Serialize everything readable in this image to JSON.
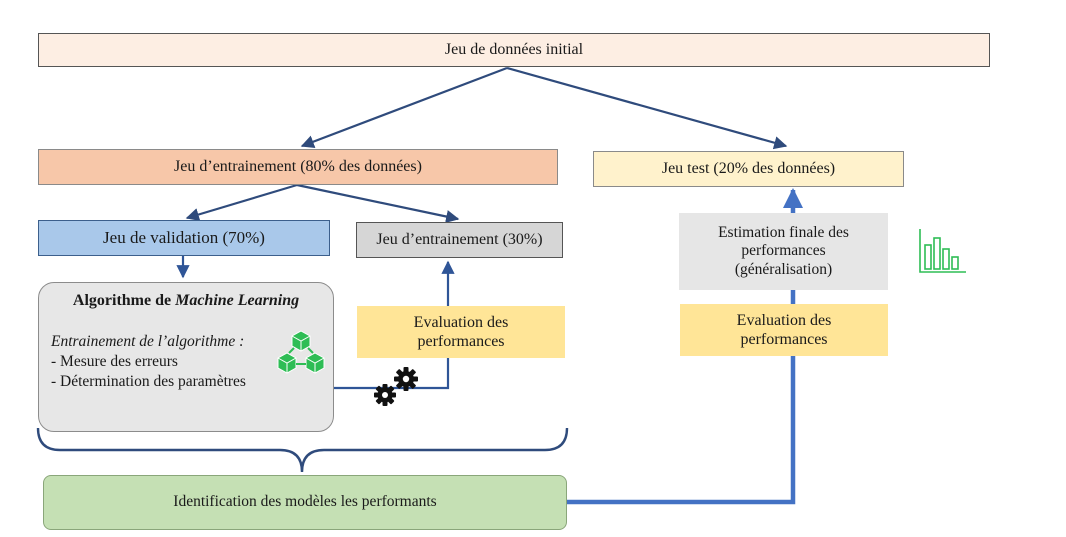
{
  "diagram": {
    "initial_dataset": "Jeu de données initial",
    "training_set": "Jeu d’entrainement (80% des données)",
    "test_set": "Jeu test (20% des données)",
    "validation_set": "Jeu de validation (70%)",
    "training_subset": "Jeu d’entrainement (30%)",
    "algorithm": {
      "title_prefix": "Algorithme de ",
      "title_italic": "Machine Learning",
      "subtitle": "Entrainement de l’algorithme :",
      "items": [
        "- Mesure des erreurs",
        "- Détermination des paramètres"
      ]
    },
    "evaluation_left": "Evaluation des performances",
    "evaluation_right": "Evaluation des performances",
    "final_estimation": "Estimation finale des performances (généralisation)",
    "identification": "Identification des modèles les performants"
  },
  "icons": {
    "model_icon": "network-cubes-icon",
    "gears_icon": "gears-icon",
    "chart_icon": "bar-chart-icon"
  },
  "colors": {
    "initial_fill": "#fdeee3",
    "training_fill": "#f7c7a9",
    "test_fill": "#fff2cc",
    "validation_fill": "#a9c8ea",
    "training_subset_fill": "#d6d6d6",
    "evaluation_fill": "#ffe597",
    "estimation_fill": "#e6e6e6",
    "identification_fill": "#c5e0b4",
    "arrow_dark": "#2f4b7c",
    "arrow_blue": "#4472c4",
    "icon_green": "#2ebd55"
  }
}
